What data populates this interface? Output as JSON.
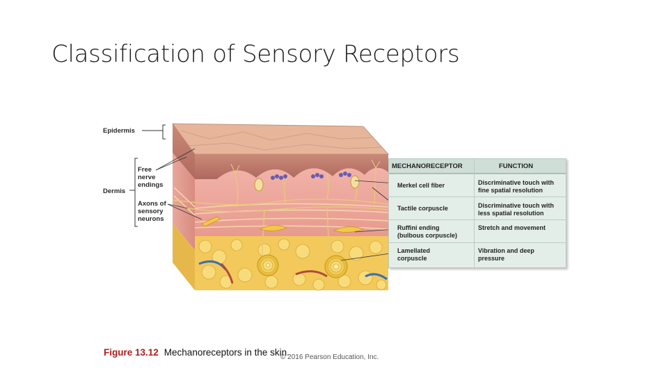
{
  "title": "Classification of Sensory Receptors",
  "figure": {
    "labels": {
      "epidermis": "Epidermis",
      "dermis": "Dermis",
      "free_nerve_endings": "Free\nnerve\nendings",
      "axons": "Axons of\nsensory\nneurons"
    },
    "table": {
      "header_receptor": "MECHANORECEPTOR",
      "header_function": "FUNCTION",
      "rows": [
        {
          "receptor": "Merkel cell fiber",
          "function": "Discriminative touch with\nfine spatial resolution"
        },
        {
          "receptor": "Tactile corpuscle",
          "function": "Discriminative touch with\nless spatial resolution"
        },
        {
          "receptor": "Ruffini ending\n(bulbous corpuscle)",
          "function": "Stretch and movement"
        },
        {
          "receptor": "Lamellated\ncorpuscle",
          "function": "Vibration and deep\npressure"
        }
      ]
    }
  },
  "caption": {
    "number": "Figure 13.12",
    "text": "Mechanoreceptors in the skin."
  },
  "copyright": "© 2016 Pearson Education, Inc."
}
